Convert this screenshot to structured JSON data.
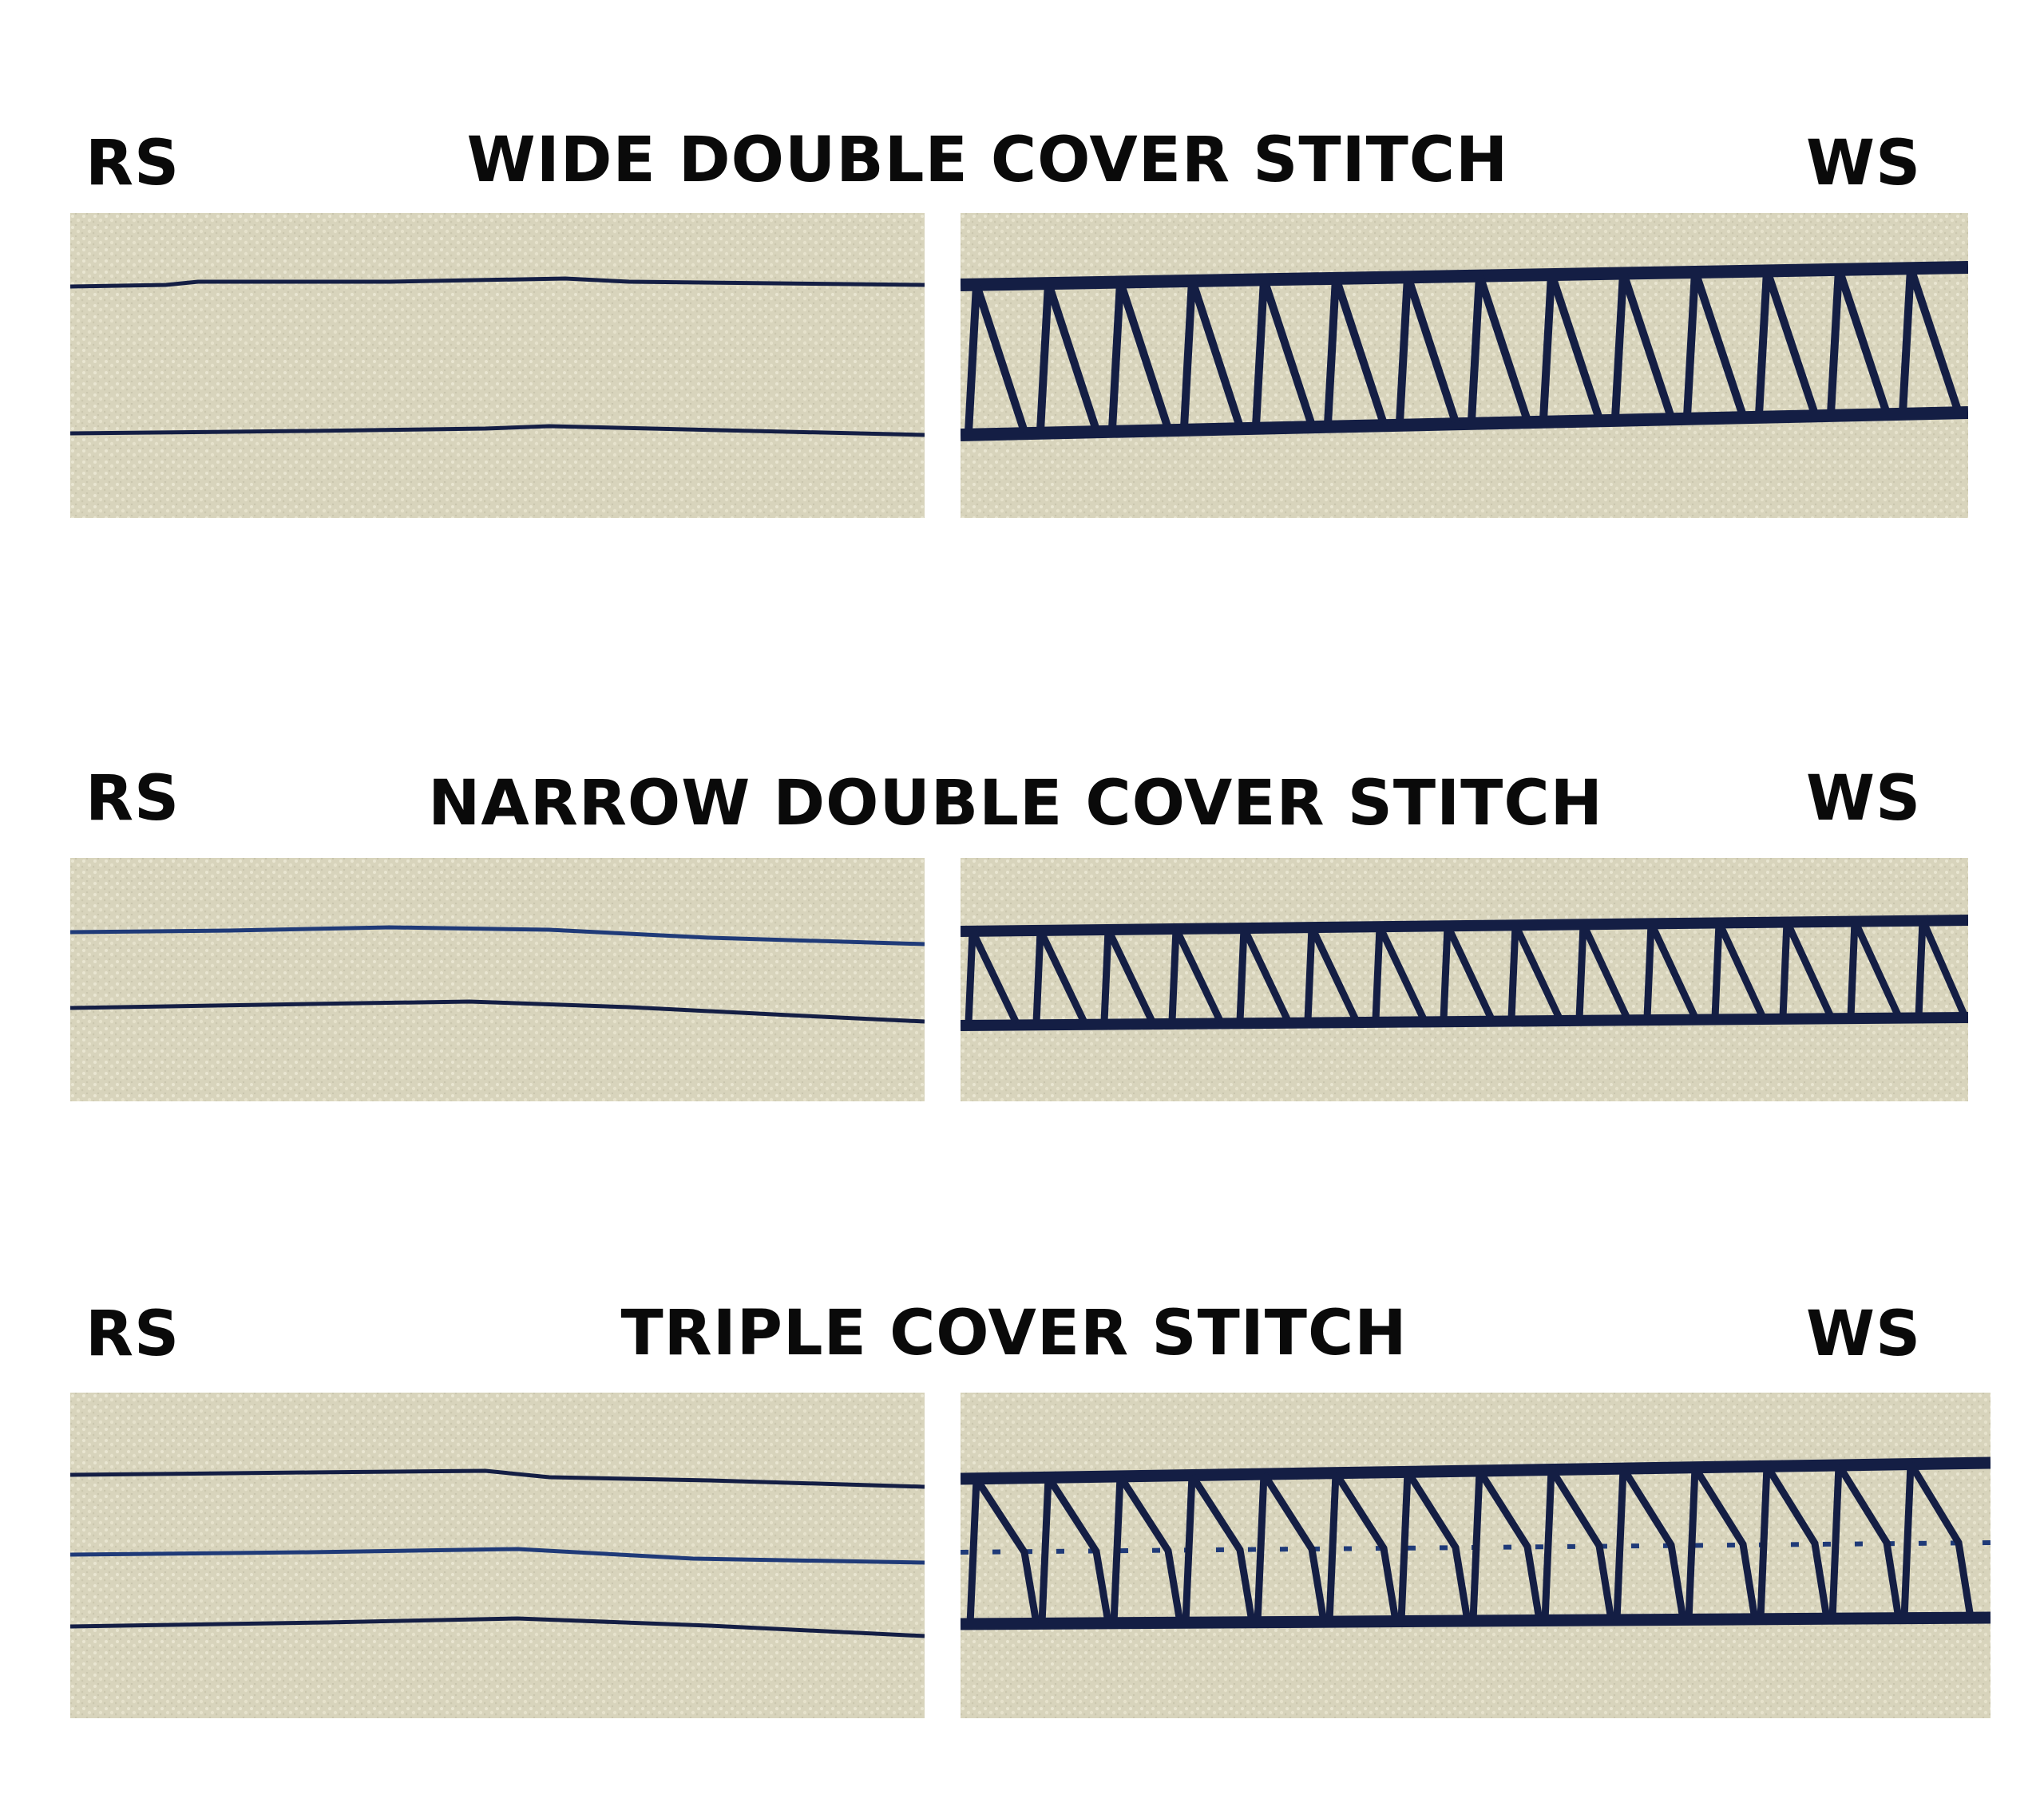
{
  "sections": [
    {
      "title": "WIDE DOUBLE COVER STITCH",
      "rs_label": "RS",
      "ws_label": "WS",
      "rs_line_count": 2,
      "ws_needle_count": 2
    },
    {
      "title": "NARROW DOUBLE COVER STITCH",
      "rs_label": "RS",
      "ws_label": "WS",
      "rs_line_count": 2,
      "ws_needle_count": 2
    },
    {
      "title": "TRIPLE COVER STITCH",
      "rs_label": "RS",
      "ws_label": "WS",
      "rs_line_count": 3,
      "ws_needle_count": 3
    }
  ],
  "colors": {
    "fabric": "#d8d4bc",
    "fabric_speck": "#e9e6d2",
    "thread_navy": "#141e44",
    "thread_blue": "#1f3a78",
    "text": "#0a0a0a"
  }
}
